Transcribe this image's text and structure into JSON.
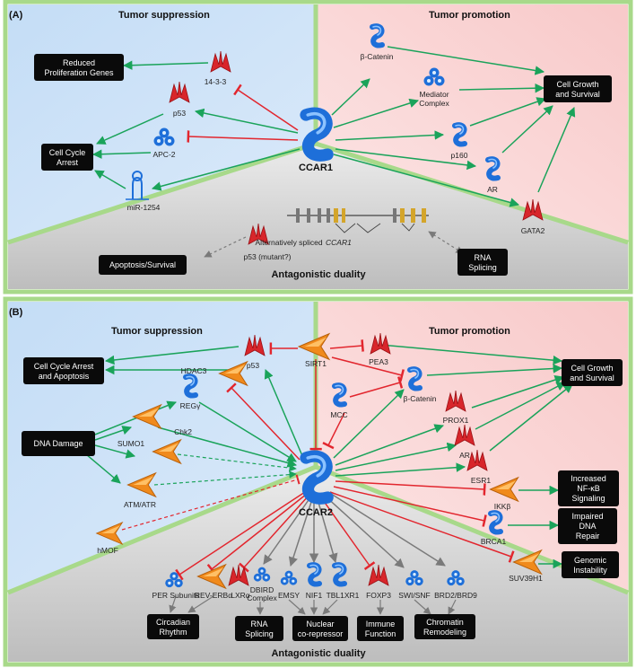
{
  "colors": {
    "suppress_bg": "#cfe4f7",
    "promote_bg": "#fadcdc",
    "duality_bg": "#d6d6d6",
    "border_green": "#a8d98a",
    "activation": "#1aa35a",
    "inhibition": "#e2262e",
    "neutral": "#7a7a7a",
    "box": "#0a0a0a",
    "protein_blue": "#1e6fd9",
    "protein_red": "#d8262b",
    "protein_orange": "#f08a1c"
  },
  "panel_a": {
    "label": "(A)",
    "left_header": "Tumor suppression",
    "right_header": "Tumor promotion",
    "bottom_header": "Antagonistic duality",
    "center": "CCAR1",
    "nodes": {
      "n14_3_3": "14-3-3",
      "p53": "p53",
      "apc2": "APC-2",
      "mir": "miR-1254",
      "bcatenin": "β-Catenin",
      "mediator1": "Mediator",
      "mediator2": "Complex",
      "p160": "p160",
      "ar": "AR",
      "gata2": "GATA2",
      "p53mut": "p53 (mutant?)",
      "splice_caption_prefix": "Alternatively spliced ",
      "splice_caption_gene": "CCAR1"
    },
    "boxes": {
      "reduced1": "Reduced",
      "reduced2": "Proliferation Genes",
      "cellcycle1": "Cell Cycle",
      "cellcycle2": "Arrest",
      "growth1": "Cell Growth",
      "growth2": "and Survival",
      "apoptosis": "Apoptosis/Survival",
      "rna1": "RNA",
      "rna2": "Splicing"
    }
  },
  "panel_b": {
    "label": "(B)",
    "left_header": "Tumor suppression",
    "right_header": "Tumor promotion",
    "bottom_header": "Antagonistic duality",
    "center": "CCAR2",
    "nodes": {
      "p53": "p53",
      "sirt1": "SIRT1",
      "pea3": "PEA3",
      "hdac3": "HDAC3",
      "regy": "REGγ",
      "chk2": "Chk2",
      "sumo1": "SUMO1",
      "atm": "ATM/ATR",
      "hmof": "hMOF",
      "mcc": "MCC",
      "bcatenin": "β-Catenin",
      "prox1": "PROX1",
      "ar": "AR",
      "esr1": "ESR1",
      "ikkb": "IKKβ",
      "brca1": "BRCA1",
      "suv": "SUV39H1",
      "per": "PER Subunits",
      "reverb": "REV-ERBα",
      "lxra": "LXRα",
      "dbird1": "DBIRD",
      "dbird2": "Complex",
      "emsy": "EMSY",
      "nif1": "NIF1",
      "tbl1": "TBL1XR1",
      "foxp3": "FOXP3",
      "swi": "SWI/SNF",
      "brd": "BRD2/BRD9"
    },
    "boxes": {
      "cellcycle1": "Cell Cycle Arrest",
      "cellcycle2": "and Apoptosis",
      "dna": "DNA Damage",
      "growth1": "Cell Growth",
      "growth2": "and Survival",
      "nfkb1": "Increased",
      "nfkb2": "NF-κB",
      "nfkb3": "Signaling",
      "impaired1": "Impaired",
      "impaired2": "DNA",
      "impaired3": "Repair",
      "genomic1": "Genomic",
      "genomic2": "Instability",
      "circ1": "Circadian",
      "circ2": "Rhythm",
      "rna1": "RNA",
      "rna2": "Splicing",
      "nuc1": "Nuclear",
      "nuc2": "co-repressor",
      "imm1": "Immune",
      "imm2": "Function",
      "chrom1": "Chromatin",
      "chrom2": "Remodeling"
    }
  }
}
